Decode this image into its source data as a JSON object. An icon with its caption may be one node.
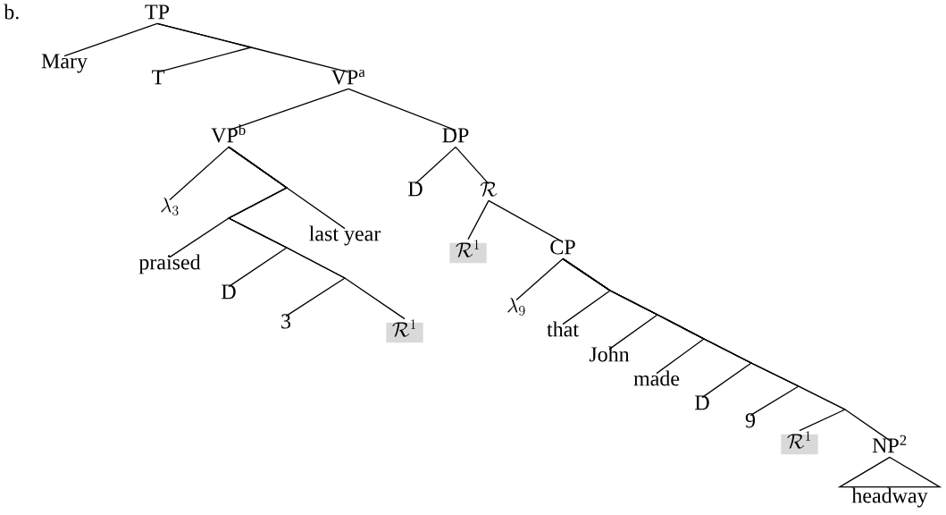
{
  "diagram": {
    "nodes": [
      {
        "text": [
          "TP"
        ]
      },
      {
        "text": [
          "Mary"
        ]
      },
      {
        "text": [
          "T"
        ]
      },
      {
        "text": [
          "VP$^{a}$"
        ]
      },
      {
        "text": [
          "VP$^{b}$"
        ]
      },
      {
        "text": [
          "DP"
        ]
      },
      {
        "text": [
          "\\lambda_{3}"
        ]
      },
      {
        "text": [
          "last year"
        ]
      },
      {
        "text": [
          "praised"
        ]
      },
      {
        "text": [
          "D"
        ]
      },
      {
        "text": [
          "3"
        ]
      },
      {
        "text": [
          "\\mathcal{R}^{1}"
        ]
      },
      {
        "text": [
          "D"
        ]
      },
      {
        "text": [
          "\\mathcal{R}"
        ]
      },
      {
        "text": [
          "\\mathcal{R}^{1}"
        ]
      },
      {
        "text": [
          "CP"
        ]
      },
      {
        "text": [
          "\\lambda_{9}"
        ]
      },
      {
        "text": [
          "that"
        ]
      },
      {
        "text": [
          "John"
        ]
      },
      {
        "text": [
          "made"
        ]
      },
      {
        "text": [
          "D"
        ]
      },
      {
        "text": [
          "9"
        ]
      },
      {
        "text": [
          "\\mathcal{R}^{1}"
        ]
      },
      {
        "text": [
          "NP$^{2}$"
        ]
      },
      {
        "text": [
          "headway"
        ]
      }
    ],
    "edges": [
      {
        "from": 0,
        "to": 1,
        "arrow": "none"
      },
      {
        "from": 0,
        "to": 2,
        "arrow": "none"
      },
      {
        "from": 0,
        "to": 3,
        "arrow": "none"
      },
      {
        "from": 3,
        "to": 4,
        "arrow": "none"
      },
      {
        "from": 3,
        "to": 5,
        "arrow": "none"
      },
      {
        "from": 4,
        "to": 6,
        "arrow": "none"
      },
      {
        "from": 4,
        "to": 7,
        "arrow": "none"
      },
      {
        "from": 4,
        "to": 8,
        "arrow": "none"
      },
      {
        "from": 4,
        "to": 9,
        "arrow": "none"
      },
      {
        "from": 4,
        "to": 10,
        "arrow": "none"
      },
      {
        "from": 4,
        "to": 11,
        "arrow": "none"
      },
      {
        "from": 5,
        "to": 12,
        "arrow": "none"
      },
      {
        "from": 5,
        "to": 13,
        "arrow": "none"
      },
      {
        "from": 13,
        "to": 14,
        "arrow": "none"
      },
      {
        "from": 13,
        "to": 15,
        "arrow": "none"
      },
      {
        "from": 15,
        "to": 16,
        "arrow": "none"
      },
      {
        "from": 15,
        "to": 17,
        "arrow": "none"
      },
      {
        "from": 15,
        "to": 18,
        "arrow": "none"
      },
      {
        "from": 15,
        "to": 19,
        "arrow": "none"
      },
      {
        "from": 15,
        "to": 20,
        "arrow": "none"
      },
      {
        "from": 15,
        "to": 21,
        "arrow": "none"
      },
      {
        "from": 15,
        "to": 22,
        "arrow": "none"
      },
      {
        "from": 15,
        "to": 23,
        "arrow": "none"
      },
      {
        "from": 23,
        "to": 24,
        "arrow": "none"
      }
    ],
    "labels": [
      "b."
    ]
  }
}
